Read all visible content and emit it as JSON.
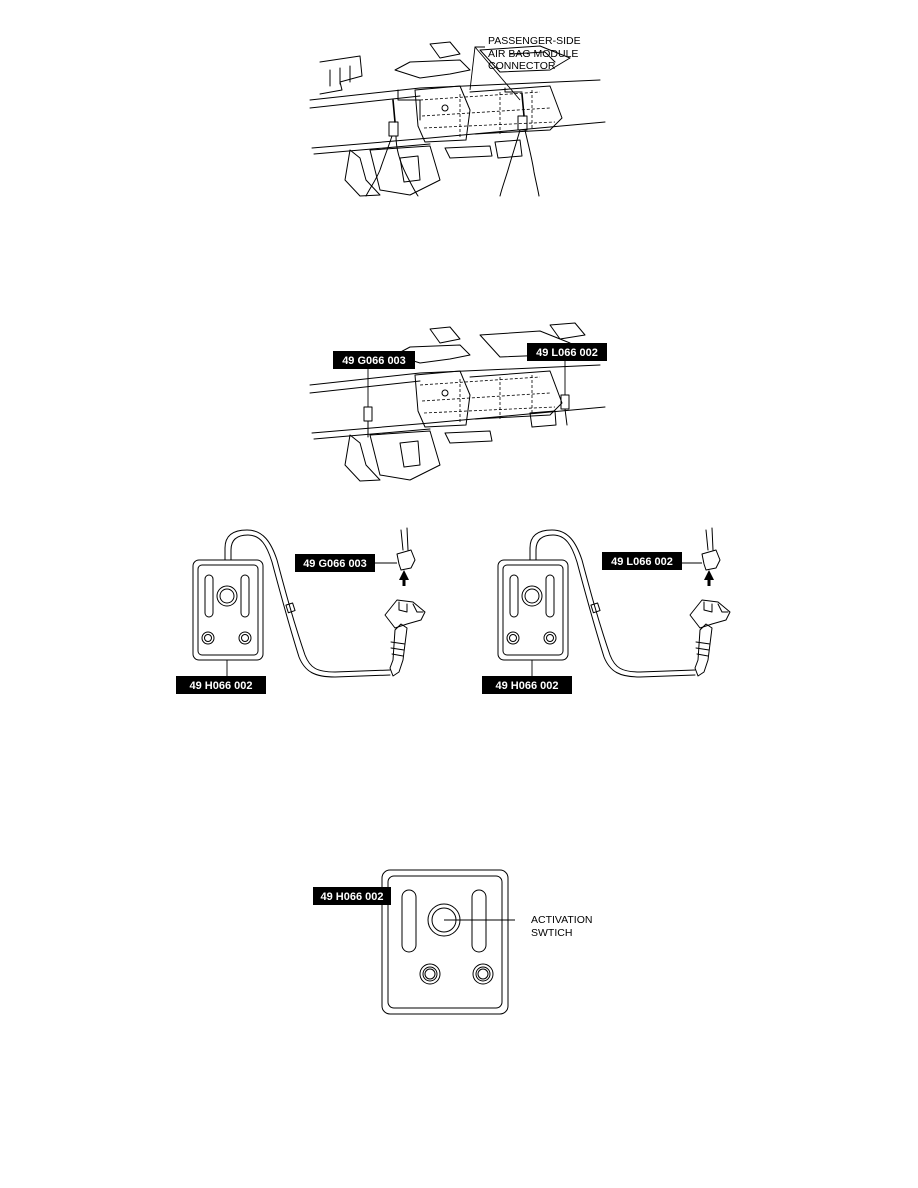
{
  "figure1": {
    "callout": [
      "PASSENGER-SIDE",
      "AIR BAG MODULE",
      "CONNECTOR"
    ]
  },
  "figure2": {
    "tag_left": "49 G066 003",
    "tag_right": "49 L066 002"
  },
  "figure3": {
    "left": {
      "adapter_tag": "49 G066 003",
      "tool_tag": "49 H066 002"
    },
    "right": {
      "adapter_tag": "49 L066 002",
      "tool_tag": "49 H066 002"
    }
  },
  "figure4": {
    "tool_tag": "49 H066 002",
    "callout": [
      "ACTIVATION",
      "SWTICH"
    ]
  }
}
